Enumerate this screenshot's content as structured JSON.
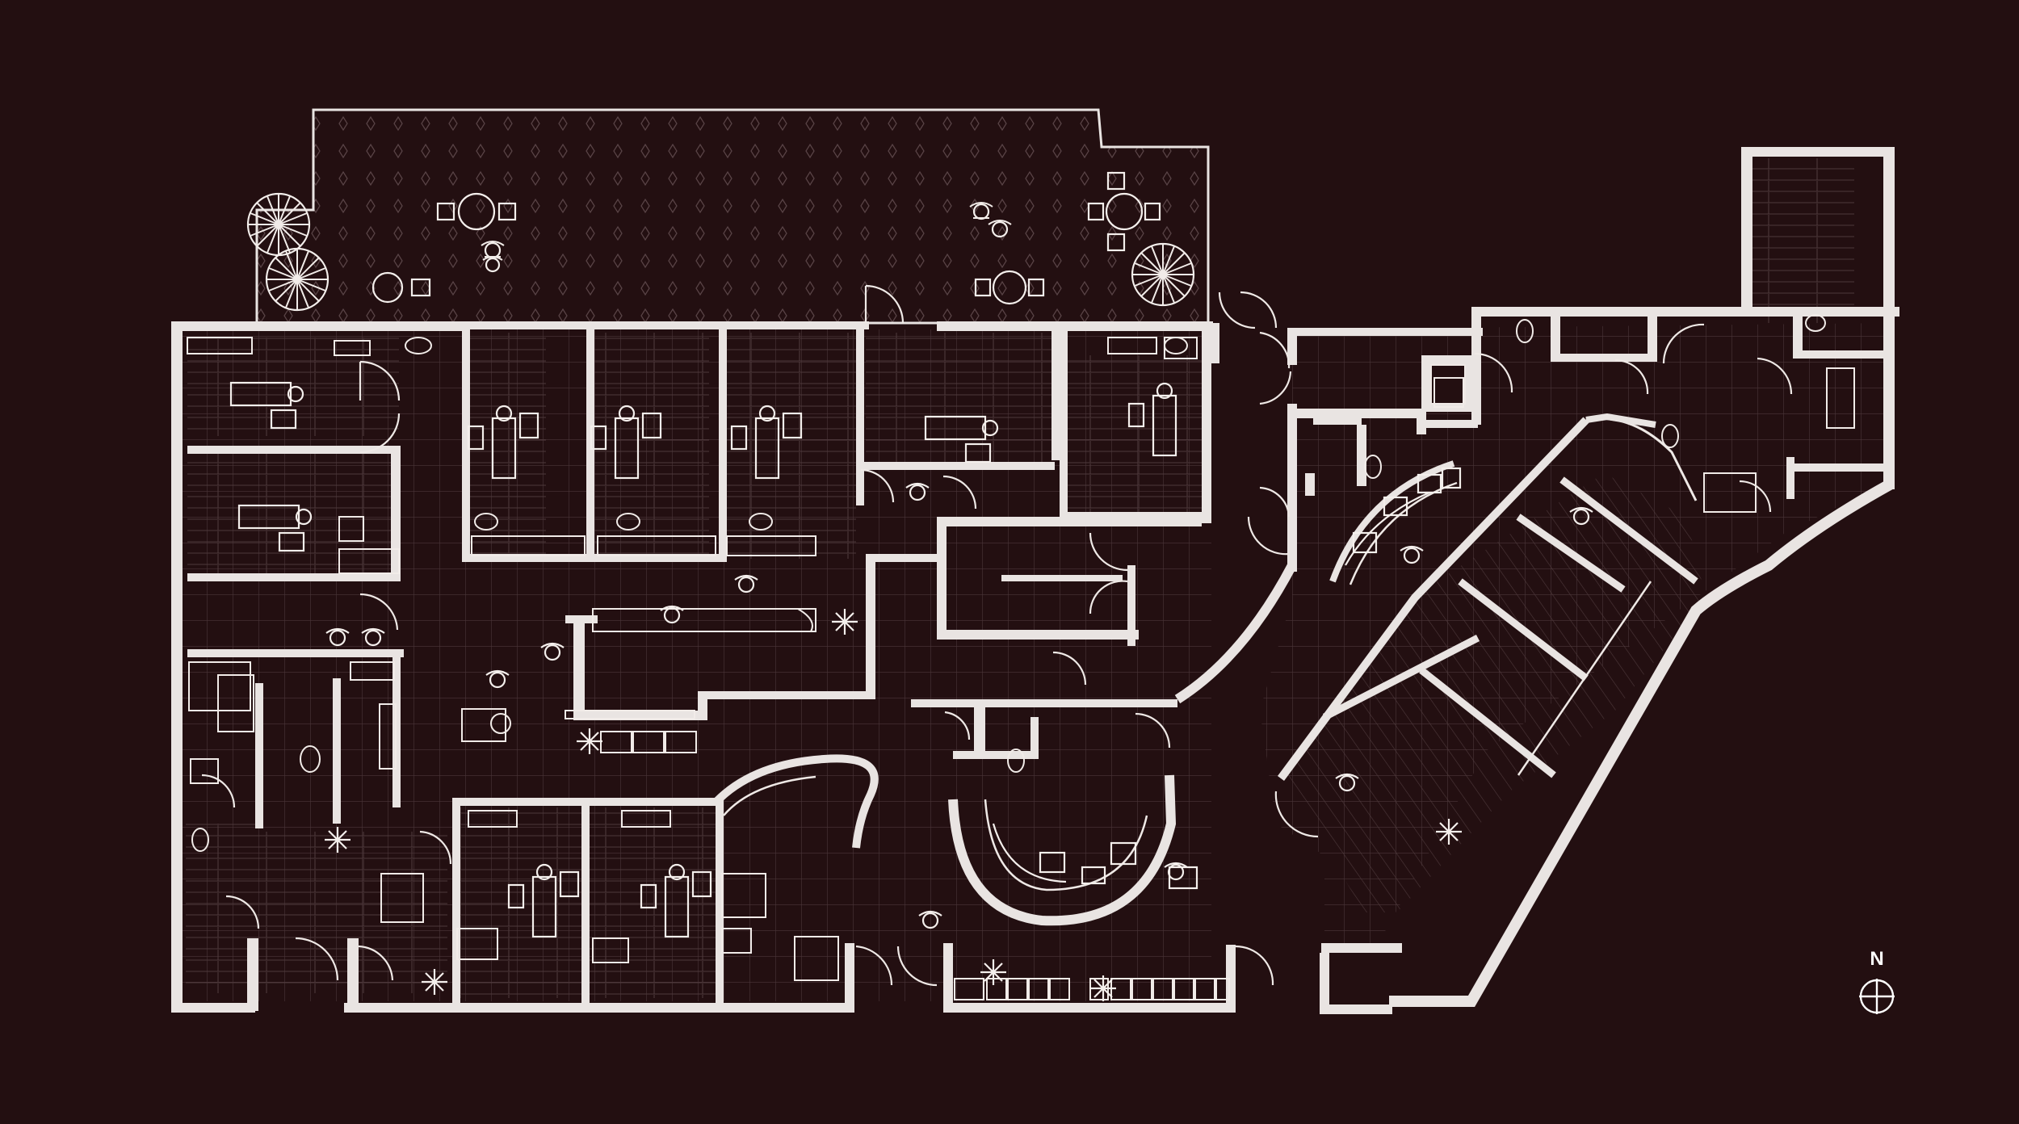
{
  "drawing": {
    "background_color": "#230f11",
    "line_color": "#ece6e3",
    "floor_texture": "grid-tile-and-wood-hatch"
  },
  "compass": {
    "label": "N",
    "icon": "north-arrow-icon"
  },
  "terrace": {
    "pattern": "diamond-paving",
    "furniture": [
      "round-table-set",
      "round-table-set",
      "round-table-set",
      "round-table-set",
      "lounge-chair",
      "lounge-chair",
      "palm-plant",
      "palm-plant",
      "palm-plant"
    ]
  },
  "spaces": {
    "treatment_rooms_north": 6,
    "treatment_rooms_south": 2,
    "offices_east_wing": 4,
    "curved_reception": 2,
    "waiting_area_seats": 12
  }
}
